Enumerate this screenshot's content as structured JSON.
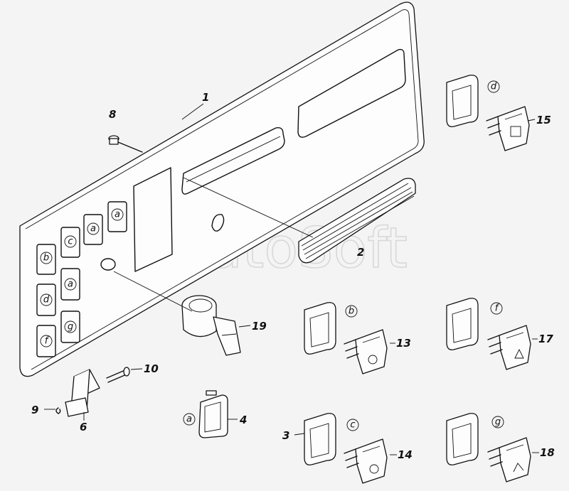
{
  "watermark": "AutoSoft",
  "panel_switch_letters": [
    "b",
    "c",
    "a",
    "a",
    "d",
    "a",
    "f",
    "g"
  ],
  "callouts": {
    "c1": "1",
    "c2": "2",
    "c3": "3",
    "c4": "4",
    "c6": "6",
    "c8": "8",
    "c9": "9",
    "c10": "10",
    "c13": "13",
    "c14": "14",
    "c15": "15",
    "c17": "17",
    "c18": "18",
    "c19": "19"
  },
  "letters": {
    "p4": "a",
    "p13": "b",
    "p14": "c",
    "p15": "d",
    "p17": "f",
    "p18": "g"
  }
}
